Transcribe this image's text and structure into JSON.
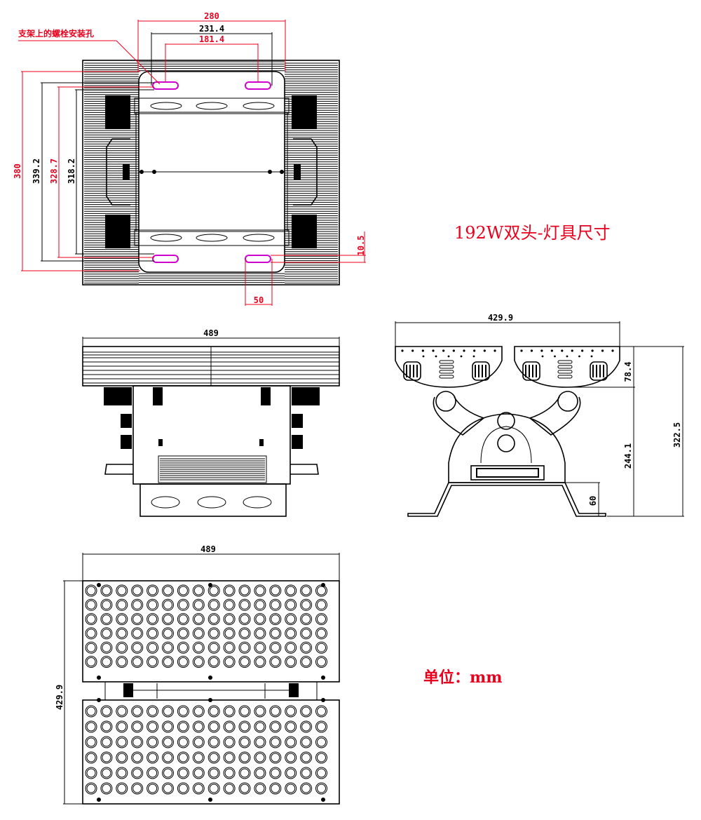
{
  "title": "192W双头-灯具尺寸",
  "unit_label": "单位：mm",
  "top_view": {
    "callout": "支架上的螺栓安装孔",
    "dim_overall_width": "280",
    "dim_slot_outer": "231.4",
    "dim_slot_inner": "181.4",
    "dim_height_overall": "380",
    "dim_height_2": "339.2",
    "dim_height_3": "328.7",
    "dim_height_4": "318.2",
    "dim_slot_width": "10.5",
    "dim_slot_length": "50"
  },
  "front_view": {
    "dim_width": "489"
  },
  "side_view": {
    "dim_width": "429.9",
    "dim_head_height": "78.4",
    "dim_pivot_height": "244.1",
    "dim_total_height": "322.5",
    "dim_base_height": "60"
  },
  "bottom_view": {
    "dim_width": "489",
    "dim_height": "429.9",
    "led_rows_per_panel": 6,
    "led_cols_per_panel": 16
  },
  "colors": {
    "dimension_red": "#e8001c",
    "slot_magenta": "#d000d0",
    "line_black": "#000000"
  }
}
